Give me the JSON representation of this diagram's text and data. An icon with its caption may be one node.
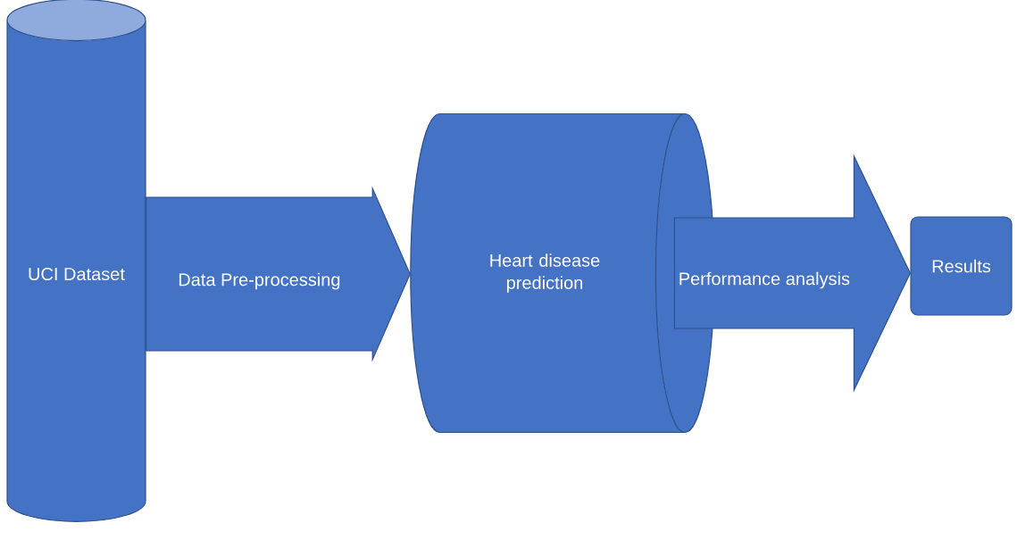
{
  "diagram": {
    "nodes": [
      {
        "text": [
          "UCI Dataset"
        ]
      },
      {
        "text": [
          "Heart disease prediction"
        ]
      },
      {
        "text": [
          "Results"
        ]
      }
    ],
    "edges": [
      {
        "from": 0,
        "to": 1,
        "arrow": "to",
        "label": "Data Pre-processing"
      },
      {
        "from": 1,
        "to": 2,
        "arrow": "to",
        "label": "Performance analysis"
      }
    ]
  }
}
